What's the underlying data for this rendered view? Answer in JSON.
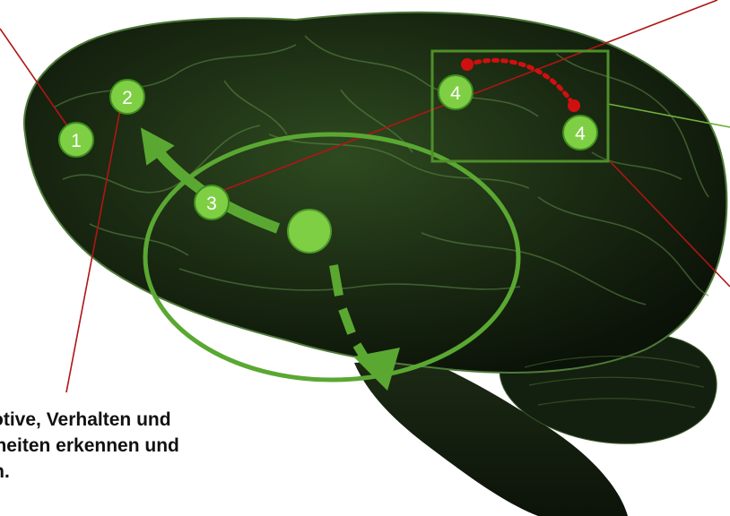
{
  "diagram": {
    "markers": [
      "1",
      "2",
      "3",
      "4",
      "4"
    ],
    "caption_lines": [
      "e Motive, Verhalten und",
      "ohnheiten erkennen und",
      "ehen."
    ]
  },
  "colors": {
    "marker_fill": "#7fcf45",
    "marker_stroke": "#3f8f1f",
    "arrow_green": "#5aa832",
    "callout_red": "#b01515",
    "dotted_red": "#d01010",
    "highlight_box": "#4f8f2a",
    "brain_dark": "#101a0c"
  }
}
